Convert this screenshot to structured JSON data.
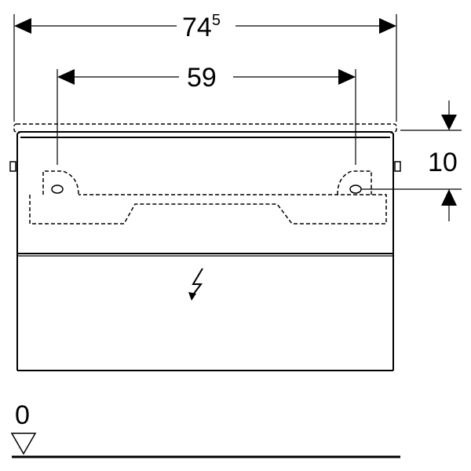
{
  "dimensions": {
    "overall_width": {
      "main": "74",
      "superscript": "5"
    },
    "hole_spacing": "59",
    "top_offset": "10"
  },
  "floor_level": "0"
}
